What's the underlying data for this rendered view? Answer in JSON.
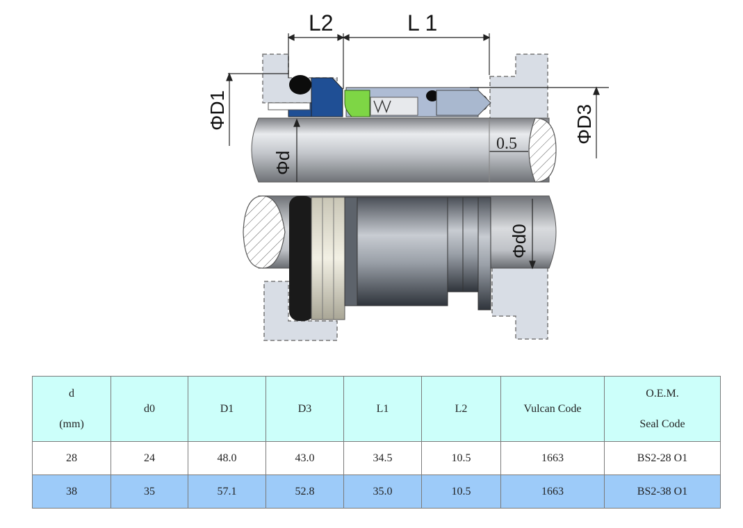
{
  "diagram": {
    "dimension_labels": {
      "L2": "L2",
      "L1": "L 1",
      "D1": "ΦD1",
      "D3": "ΦD3",
      "d": "Φd",
      "d0": "Φd0",
      "clearance": "0.5"
    }
  },
  "table": {
    "headers": [
      {
        "line1": "d",
        "line2": "(mm)"
      },
      {
        "line1": "d0",
        "line2": ""
      },
      {
        "line1": "D1",
        "line2": ""
      },
      {
        "line1": "D3",
        "line2": ""
      },
      {
        "line1": "L1",
        "line2": ""
      },
      {
        "line1": "L2",
        "line2": ""
      },
      {
        "line1": "Vulcan Code",
        "line2": ""
      },
      {
        "line1": "O.E.M.",
        "line2": "Seal Code"
      }
    ],
    "rows": [
      [
        "28",
        "24",
        "48.0",
        "43.0",
        "34.5",
        "10.5",
        "1663",
        "BS2-28 O1"
      ],
      [
        "38",
        "35",
        "57.1",
        "52.8",
        "35.0",
        "10.5",
        "1663",
        "BS2-38 O1"
      ]
    ]
  },
  "colors": {
    "header_bg": "#ccfffa",
    "row_highlight": "#9dcbf9"
  }
}
